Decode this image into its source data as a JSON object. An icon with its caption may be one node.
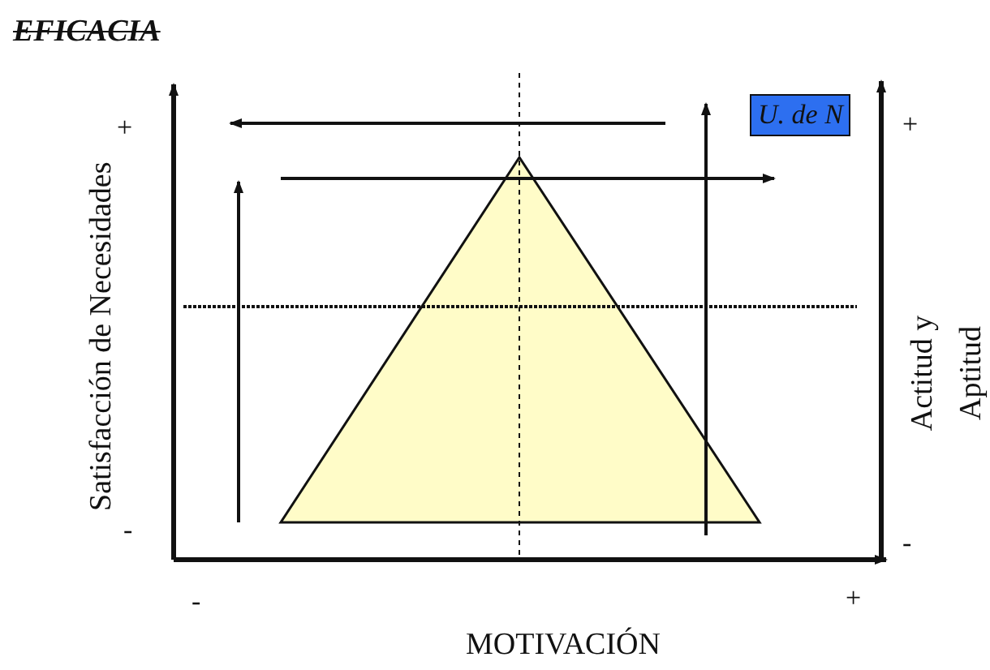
{
  "diagram": {
    "title": "EFICACIA",
    "nodes": [
      {
        "text": [
          "U. de N"
        ]
      }
    ],
    "edges": [],
    "labels": [
      "+",
      "+",
      "Satisfacción de Necesidades",
      "Actitud y Aptitud",
      "-",
      "-",
      "-",
      "+",
      "MOTIVACIÓN"
    ]
  }
}
